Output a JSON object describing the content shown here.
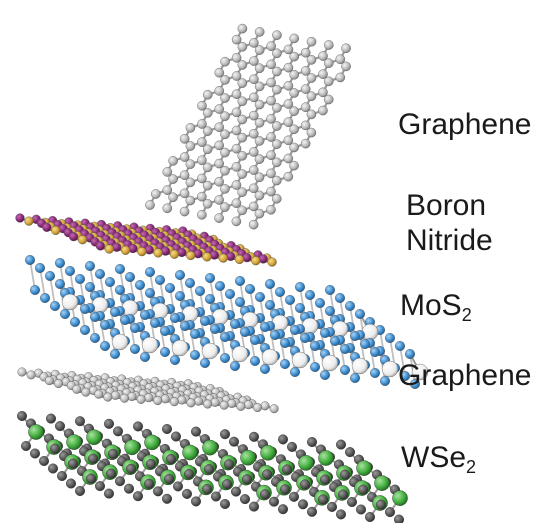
{
  "labels": {
    "graphene_top": "Graphene",
    "boron_line1": "Boron",
    "boron_line2": "Nitride",
    "mos2_main": "MoS",
    "mos2_sub": "2",
    "graphene_mid": "Graphene",
    "wse2_main": "WSe",
    "wse2_sub": "2"
  },
  "colors": {
    "carbon": "#bdbdbd",
    "carbon_dark": "#8a8a8a",
    "boron": "#8b2a7a",
    "nitrogen": "#d6a53a",
    "sulfur": "#3f8fd2",
    "molybdenum": "#f2f2f2",
    "tungsten": "#45b041",
    "selenium": "#5a5a5a",
    "bond": "#9a9a9a"
  }
}
